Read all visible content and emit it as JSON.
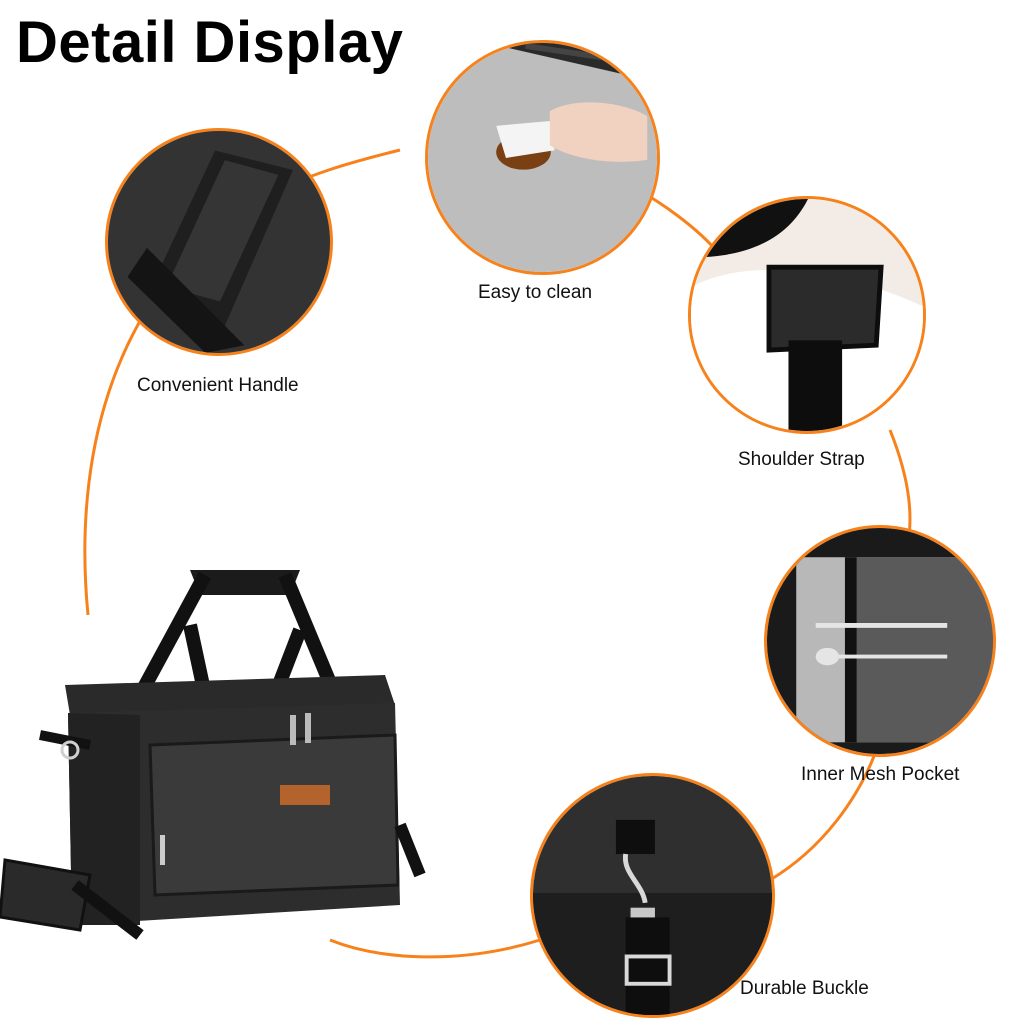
{
  "title": "Detail Display",
  "accent_color": "#f7821b",
  "features": [
    {
      "label": "Convenient Handle",
      "icon": "handle-closeup"
    },
    {
      "label": "Easy to clean",
      "icon": "wipe-clean-closeup"
    },
    {
      "label": "Shoulder Strap",
      "icon": "shoulder-strap-closeup"
    },
    {
      "label": "Inner Mesh Pocket",
      "icon": "mesh-pocket-closeup"
    },
    {
      "label": "Durable Buckle",
      "icon": "buckle-closeup"
    }
  ]
}
